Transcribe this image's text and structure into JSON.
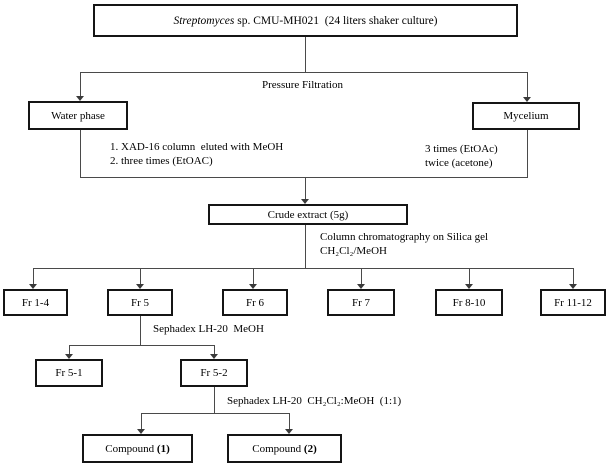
{
  "fc": {
    "title": {
      "italic": "Streptomyces",
      "rest": " sp. CMU-MH021  (24 liters shaker culture)"
    },
    "process_labels": {
      "pressure_filtration": "Pressure Filtration",
      "water_step1": "1. XAD-16 column  eluted with MeOH",
      "water_step2": "2. three times (EtOAC)",
      "mycelium_step1": "3 times (EtOAc)",
      "mycelium_step2": "twice (acetone)",
      "silica_line1": "Column chromatography on Silica gel",
      "silica_line2": "CH₂Cl₂/MeOH",
      "sephadex_meoh": "Sephadex LH-20  MeOH",
      "sephadex_dcm": "Sephadex LH-20  CH₂Cl₂:MeOH  (1:1)"
    },
    "boxes": {
      "water_phase": "Water phase",
      "mycelium": "Mycelium",
      "crude_extract": "Crude extract (5g)",
      "fractions": [
        "Fr 1-4",
        "Fr 5",
        "Fr 6",
        "Fr 7",
        "Fr 8-10",
        "Fr 11-12"
      ],
      "fr5_sub": [
        "Fr 5-1",
        "Fr 5-2"
      ],
      "compound1_prefix": "Compound ",
      "compound1_bold": "(1)",
      "compound2_prefix": "Compound ",
      "compound2_bold": "(2)"
    }
  }
}
